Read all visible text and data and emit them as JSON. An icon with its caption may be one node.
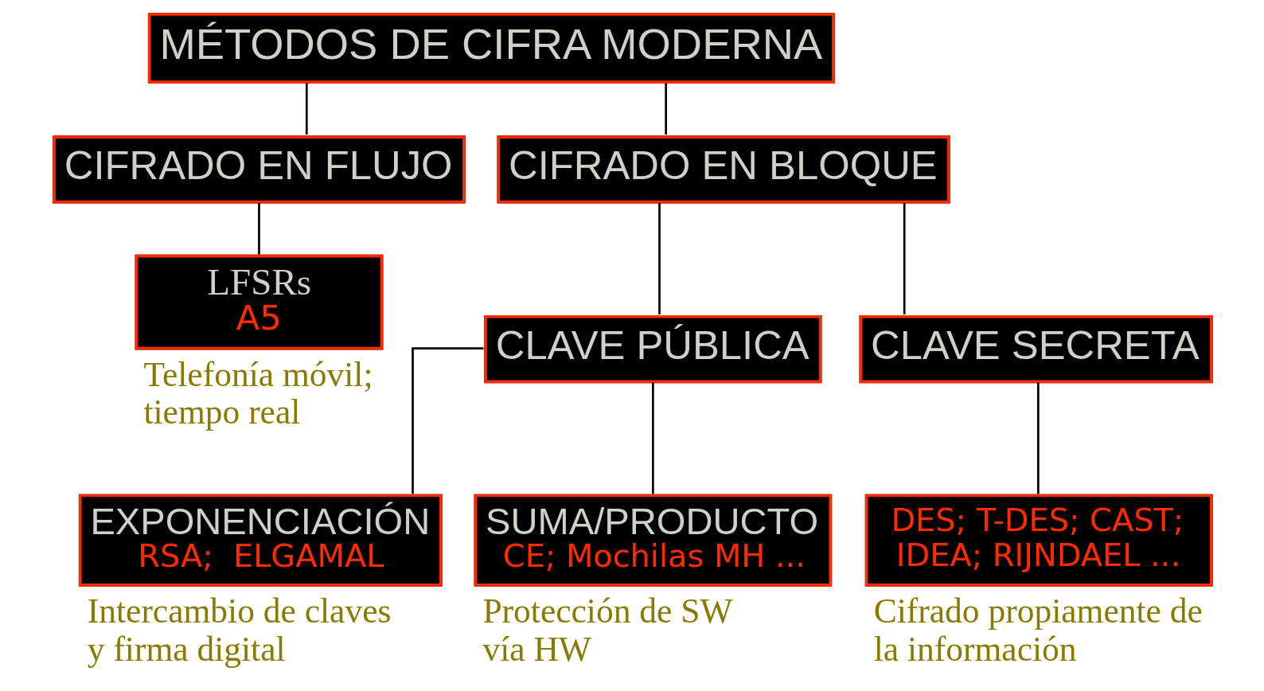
{
  "diagram": {
    "nodes": [
      {
        "text": [
          "MÉTODOS DE CIFRA MODERNA"
        ]
      },
      {
        "text": [
          "CIFRADO EN FLUJO"
        ]
      },
      {
        "text": [
          "CIFRADO EN BLOQUE"
        ]
      },
      {
        "text": [
          "LFSRs",
          "A5"
        ],
        "beside": [
          "Telefonía móvil; tiempo real"
        ]
      },
      {
        "text": [
          "CLAVE PÚBLICA"
        ]
      },
      {
        "text": [
          "CLAVE SECRETA"
        ]
      },
      {
        "text": [
          "EXPONENCIACIÓN",
          "RSA;  ELGAMAL"
        ],
        "beside": [
          "Intercambio de claves y firma digital"
        ]
      },
      {
        "text": [
          "SUMA/PRODUCTO",
          "CE; Mochilas MH ..."
        ],
        "beside": [
          "Protección de SW vía HW"
        ]
      },
      {
        "text": [
          "DES; T-DES; CAST; IDEA; RIJNDAEL ..."
        ],
        "beside": [
          "Cifrado propiamente de la información"
        ]
      }
    ],
    "edges": [
      {
        "from": 0,
        "to": 1,
        "arrow": "none"
      },
      {
        "from": 0,
        "to": 2,
        "arrow": "none"
      },
      {
        "from": 1,
        "to": 3,
        "arrow": "none"
      },
      {
        "from": 2,
        "to": 4,
        "arrow": "none"
      },
      {
        "from": 2,
        "to": 5,
        "arrow": "none"
      },
      {
        "from": 4,
        "to": 6,
        "arrow": "none"
      },
      {
        "from": 4,
        "to": 7,
        "arrow": "none"
      },
      {
        "from": 5,
        "to": 8,
        "arrow": "none"
      }
    ]
  }
}
